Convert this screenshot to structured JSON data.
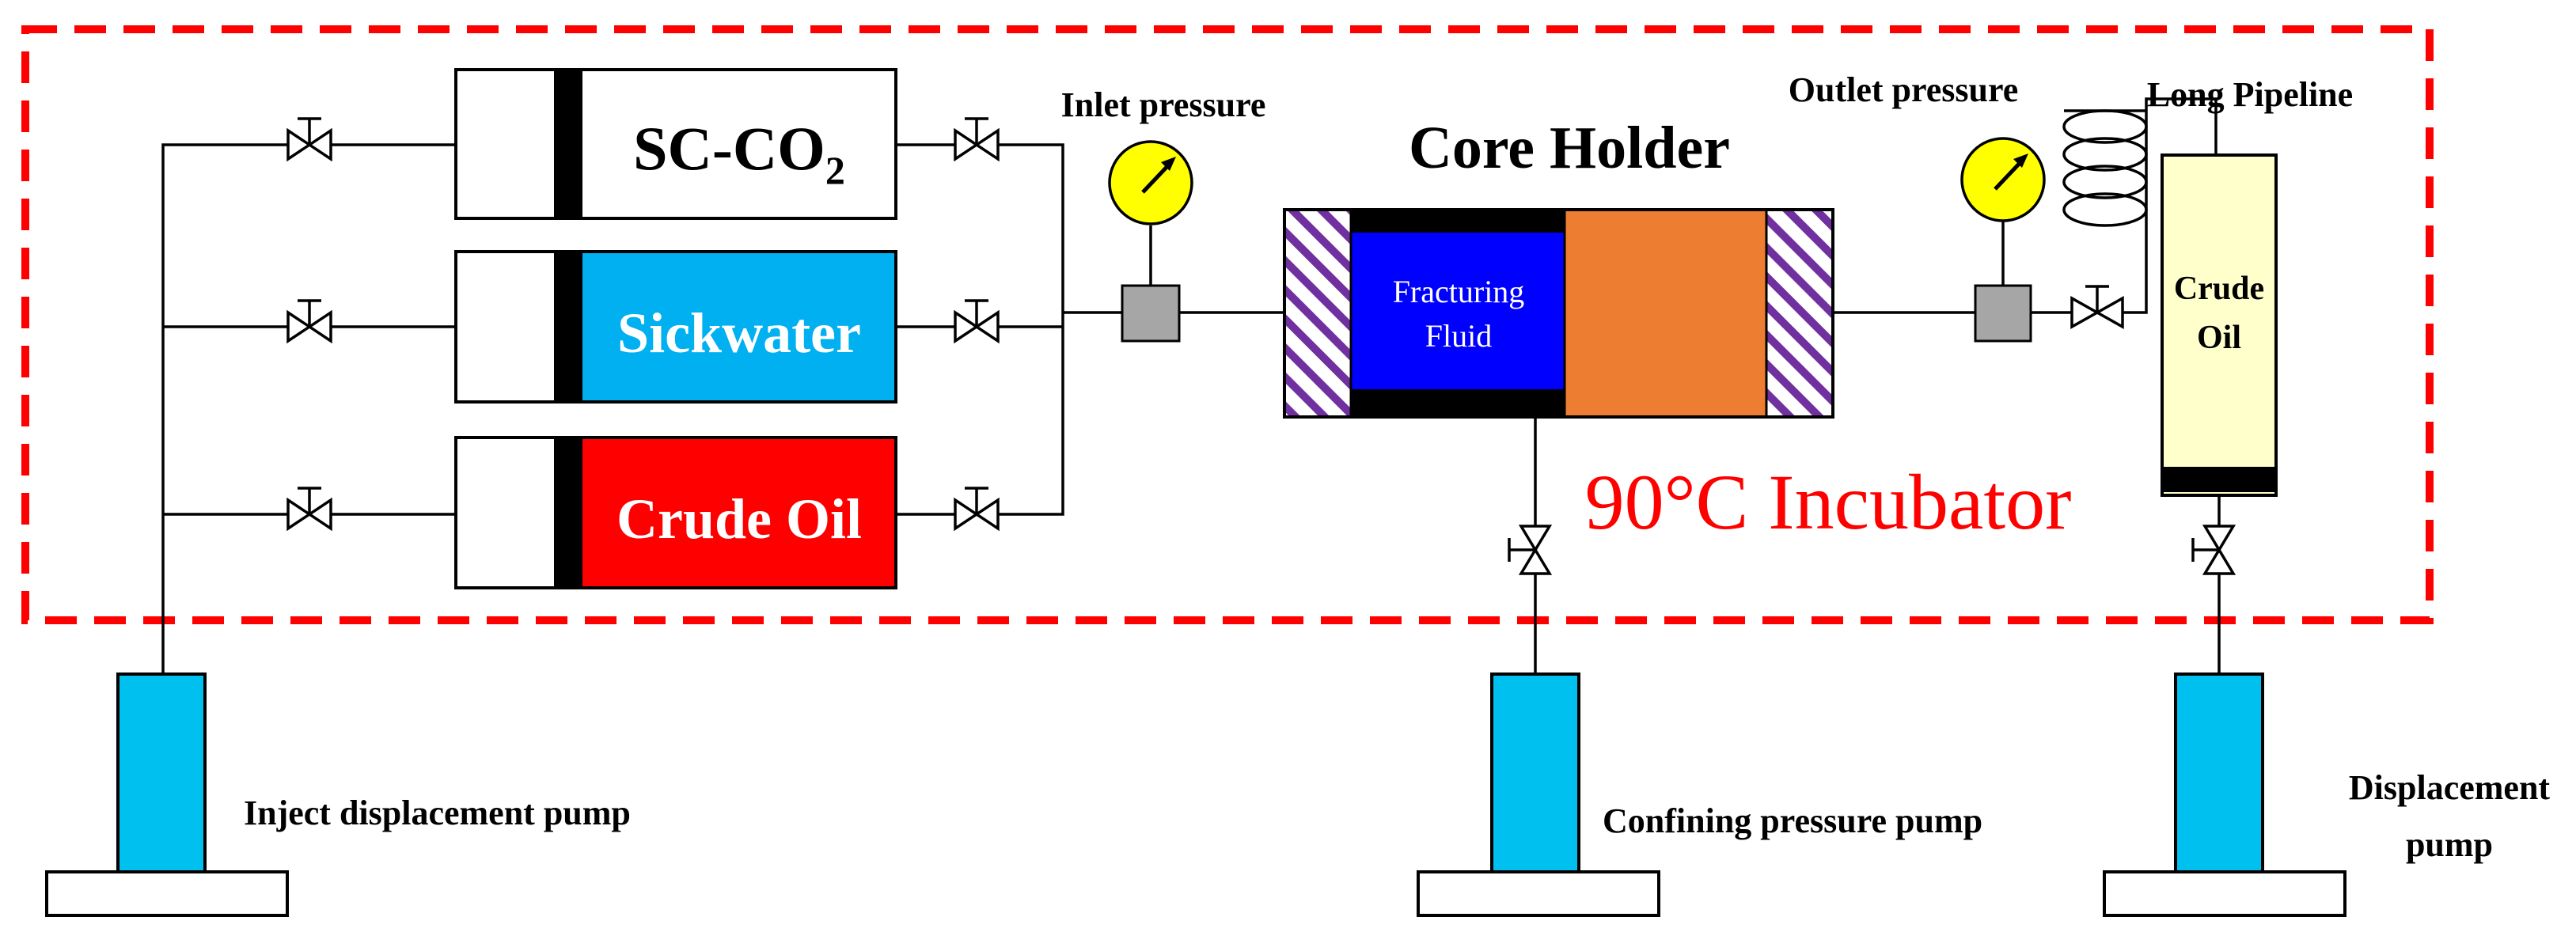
{
  "labels": {
    "sc_co2_main": "SC-CO",
    "sc_co2_sub": "2",
    "slickwater": "Sickwater",
    "crude_oil_cylinder": "Crude Oil",
    "inlet_pressure": "Inlet pressure",
    "core_holder": "Core Holder",
    "fracturing_line1": "Fracturing",
    "fracturing_line2": "Fluid",
    "outlet_pressure": "Outlet pressure",
    "long_pipeline": "Long Pipeline",
    "crude_line1": "Crude",
    "crude_line2": "Oil",
    "incubator": "90°C Incubator",
    "inject_pump": "Inject displacement pump",
    "confining_pump": "Confining pressure pump",
    "displacement_line1": "Displacement",
    "displacement_line2": "pump"
  },
  "colors": {
    "incubator_border": "#ff0000",
    "slickwater_fill": "#00b0f0",
    "crude_fill": "#ff0000",
    "fracturing_fill": "#0000ff",
    "core_fill": "#ed7d31",
    "gauge_fill": "#ffff00",
    "crude_vessel_fill": "#ffffcc",
    "pump_fill": "#00c0f0",
    "hatch": "#7030a0",
    "connector_fill": "#a6a6a6"
  }
}
